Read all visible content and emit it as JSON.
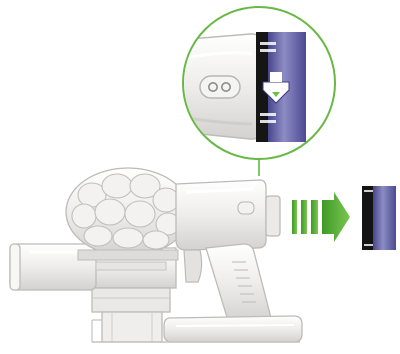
{
  "diagram": {
    "subject": "cordless-stick-vacuum",
    "callout": {
      "shape": "circle",
      "content": "filter-unit-release"
    },
    "motion": {
      "direction": "right",
      "arrow_style": "striped-chevron"
    },
    "colors": {
      "background": "#ffffff",
      "body_light": "#f1f0ee",
      "body_shadow": "#d6d5d3",
      "outline": "#b9b8b6",
      "accent_green": "#5fb43a",
      "filter_purple": "#5b5a9e",
      "filter_dark": "#1a1a1a"
    }
  }
}
